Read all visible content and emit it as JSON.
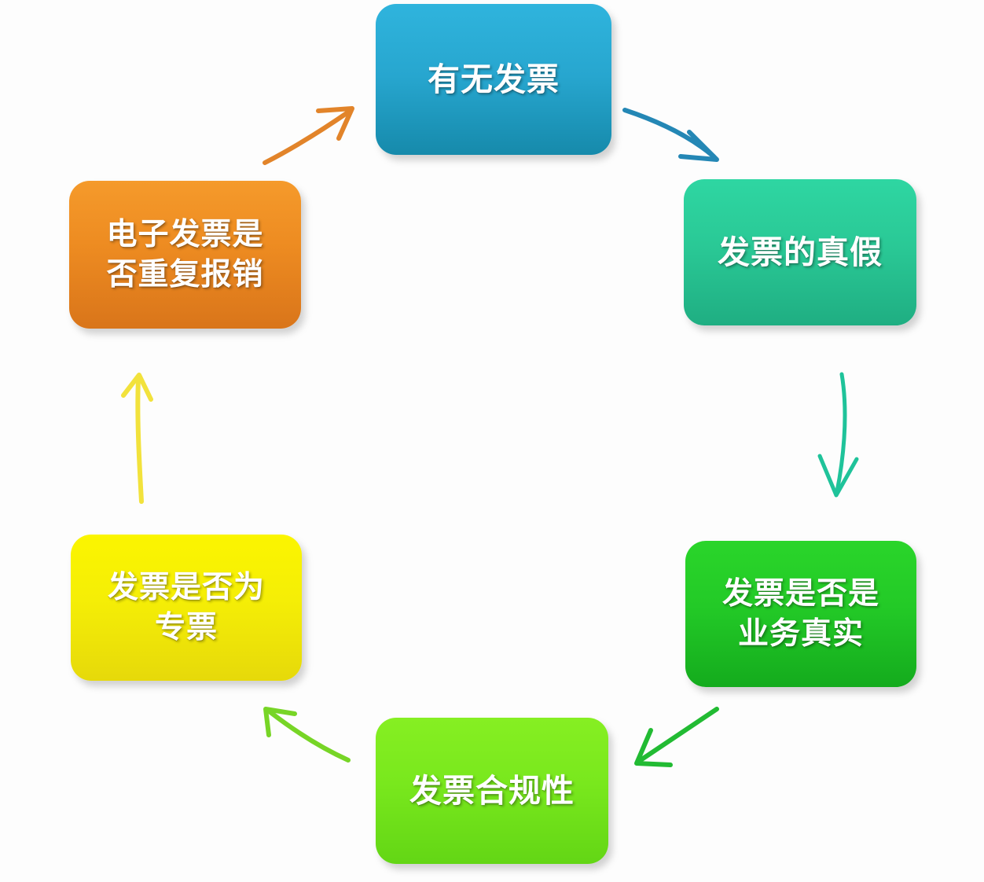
{
  "diagram": {
    "type": "cycle-process-diagram",
    "background_color": "#fdfdfd",
    "node_count": 6,
    "nodes": [
      {
        "id": "node-top",
        "position": "top",
        "lines": [
          "有无发票"
        ],
        "color": "#27a6cf",
        "color_name": "blue"
      },
      {
        "id": "node-right-upper",
        "position": "upper-right",
        "lines": [
          "发票的真假"
        ],
        "color": "#2ac996",
        "color_name": "teal-green"
      },
      {
        "id": "node-right-lower",
        "position": "lower-right",
        "lines": [
          "发票是否是",
          "业务真实"
        ],
        "color": "#23ca27",
        "color_name": "green"
      },
      {
        "id": "node-bottom",
        "position": "bottom",
        "lines": [
          "发票合规性"
        ],
        "color": "#79e81d",
        "color_name": "lime-green"
      },
      {
        "id": "node-left-lower",
        "position": "lower-left",
        "lines": [
          "发票是否为",
          "专票"
        ],
        "color": "#f5ee06",
        "color_name": "yellow"
      },
      {
        "id": "node-left-upper",
        "position": "upper-left",
        "lines": [
          "电子发票是",
          "否重复报销"
        ],
        "color": "#ed8b21",
        "color_name": "orange"
      }
    ],
    "arrows": [
      {
        "id": "arrow-top-to-right-upper",
        "from": "node-top",
        "to": "node-right-upper",
        "color": "#2487b5",
        "direction": "down-right"
      },
      {
        "id": "arrow-right-upper-to-right-lower",
        "from": "node-right-upper",
        "to": "node-right-lower",
        "color": "#1fc39a",
        "direction": "down"
      },
      {
        "id": "arrow-right-lower-to-bottom",
        "from": "node-right-lower",
        "to": "node-bottom",
        "color": "#22bb33",
        "direction": "down-left"
      },
      {
        "id": "arrow-bottom-to-left-lower",
        "from": "node-bottom",
        "to": "node-left-lower",
        "color": "#77d526",
        "direction": "up-left"
      },
      {
        "id": "arrow-left-lower-to-left-upper",
        "from": "node-left-lower",
        "to": "node-left-upper",
        "color": "#f2e23c",
        "direction": "up"
      },
      {
        "id": "arrow-left-upper-to-top",
        "from": "node-left-upper",
        "to": "node-top",
        "color": "#e2842a",
        "direction": "up-right"
      }
    ]
  }
}
